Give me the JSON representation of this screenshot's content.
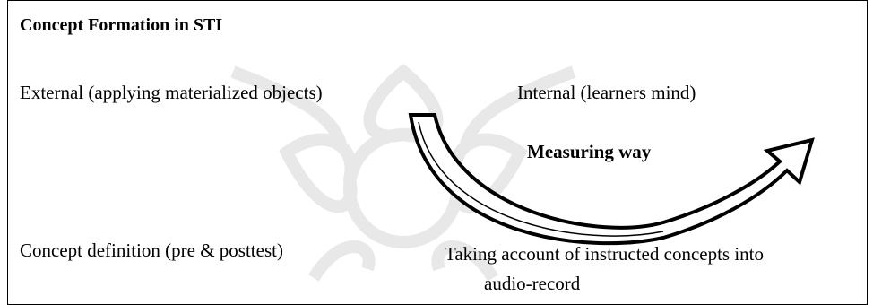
{
  "title": "Concept Formation in STI",
  "left_top_label": "External (applying materialized objects)",
  "right_top_label": "Internal (learners  mind)",
  "arrow_label": "Measuring way",
  "left_bottom_label": "Concept definition (pre & posttest)",
  "right_bottom_line1": "Taking account of instructed concepts into",
  "right_bottom_line2": "audio-record"
}
